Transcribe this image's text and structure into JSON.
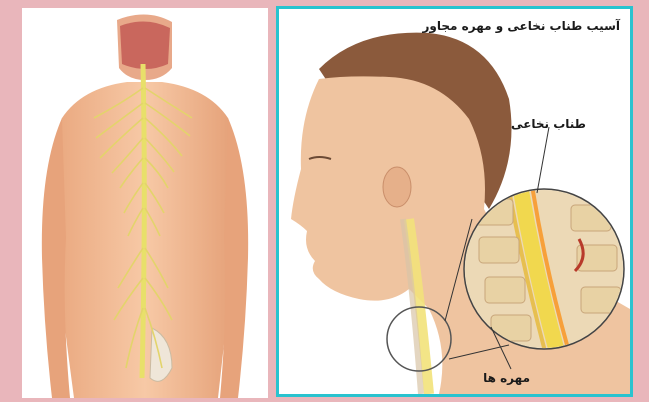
{
  "image": {
    "left_panel": {
      "subject": "back-view-spinal-nerves-illustration"
    },
    "right_panel": {
      "title": "آسیب طناب نخاعی و مهره مجاور",
      "label_spinal_cord": "طناب نخاعی",
      "label_vertebrae": "مهره ها",
      "border_color": "#29c3cf"
    },
    "background_color": "#e9b6bb"
  }
}
